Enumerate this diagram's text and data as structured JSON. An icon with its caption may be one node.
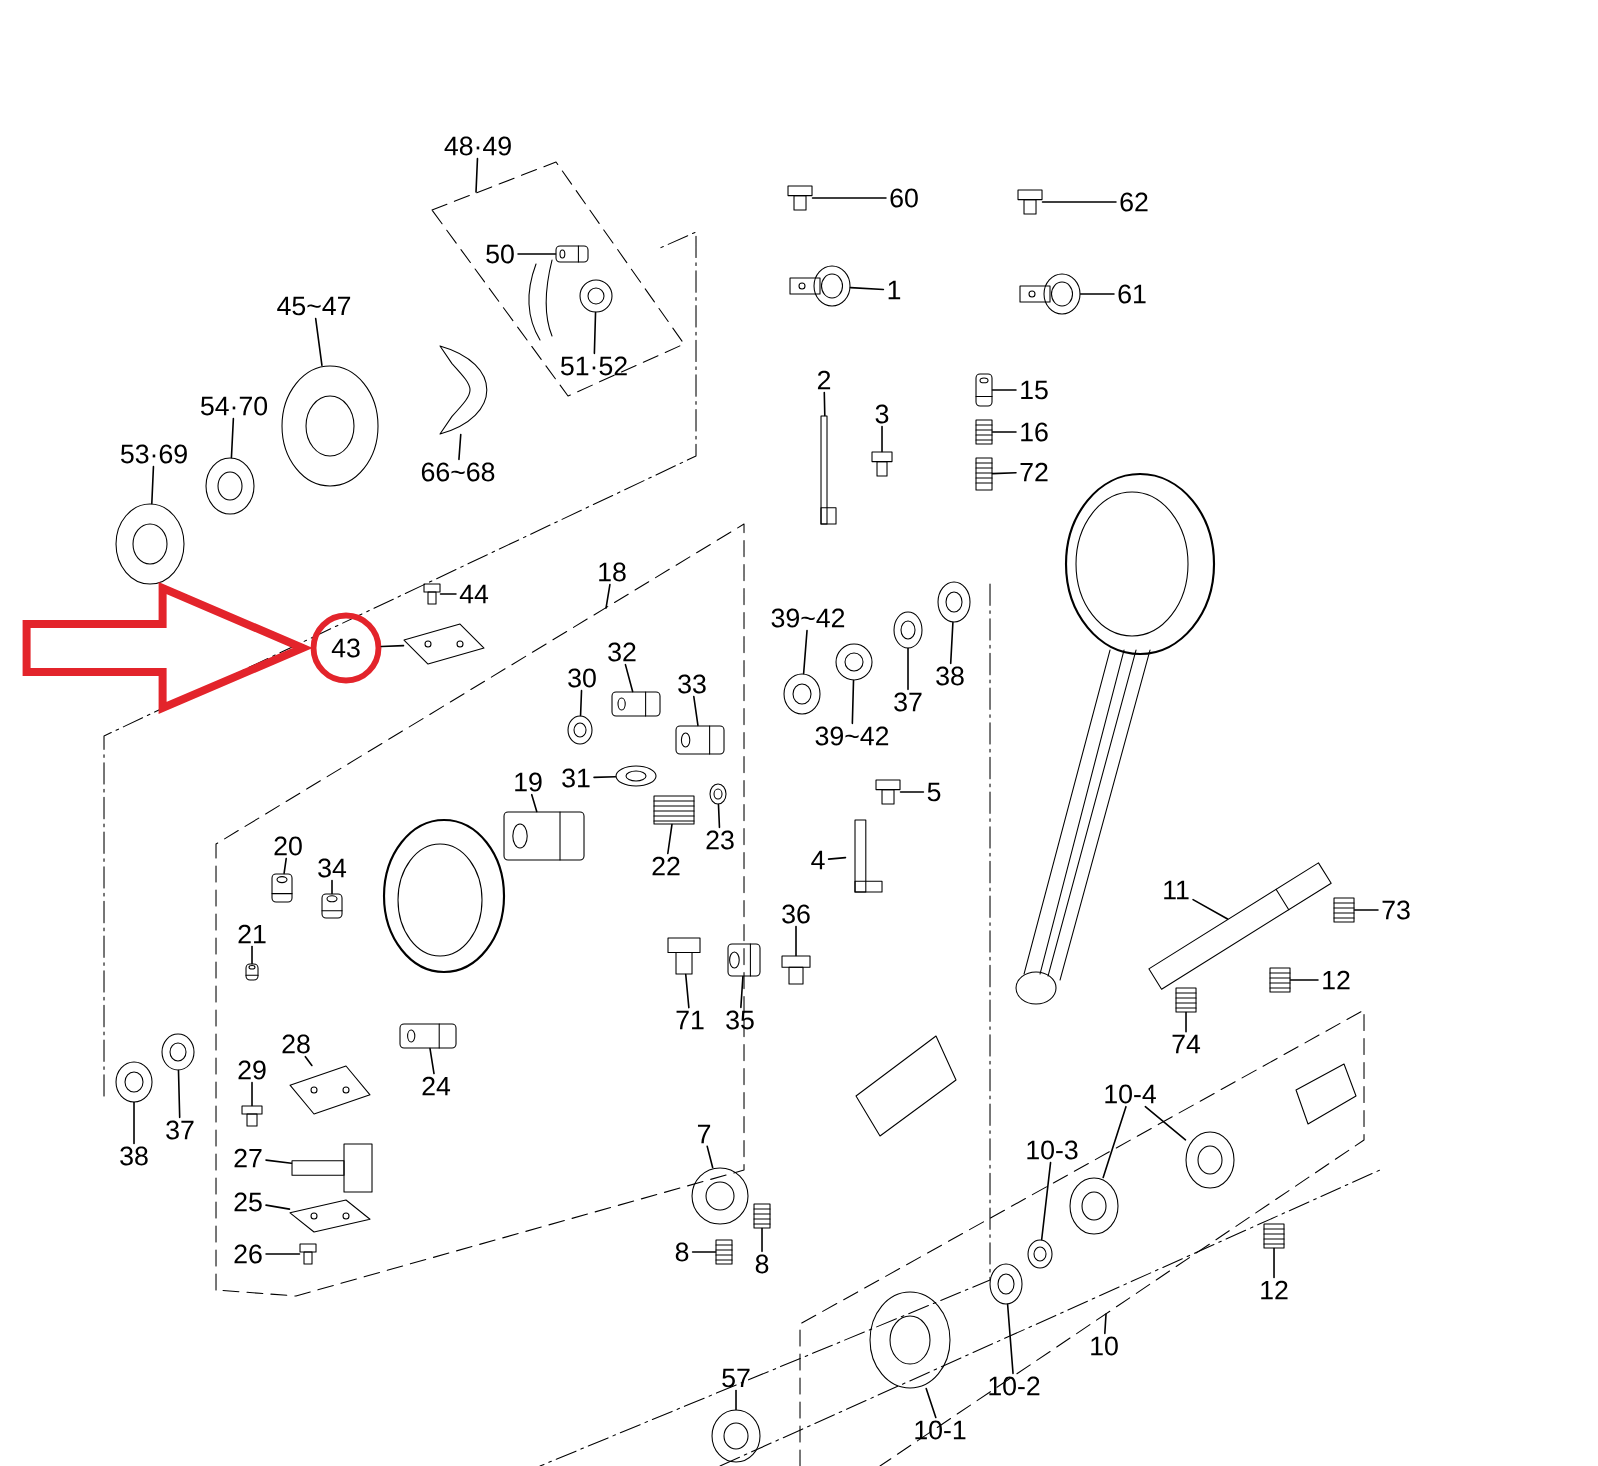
{
  "diagram": {
    "nodes": [
      {
        "text": [
          "48·49"
        ]
      },
      {
        "text": [
          "50"
        ]
      },
      {
        "text": [
          "51·52"
        ]
      },
      {
        "text": [
          "45~47"
        ]
      },
      {
        "text": [
          "54·70"
        ]
      },
      {
        "text": [
          "53·69"
        ]
      },
      {
        "text": [
          "66~68"
        ]
      },
      {
        "text": [
          "60"
        ]
      },
      {
        "text": [
          "1"
        ]
      },
      {
        "text": [
          "62"
        ]
      },
      {
        "text": [
          "61"
        ]
      },
      {
        "text": [
          "2"
        ]
      },
      {
        "text": [
          "3"
        ]
      },
      {
        "text": [
          "15"
        ]
      },
      {
        "text": [
          "16"
        ]
      },
      {
        "text": [
          "72"
        ]
      },
      {
        "text": [
          "44"
        ]
      },
      {
        "text": [
          "43"
        ]
      },
      {
        "text": [
          "18"
        ]
      },
      {
        "text": [
          "39~42"
        ]
      },
      {
        "text": [
          "39~42"
        ]
      },
      {
        "text": [
          "37"
        ]
      },
      {
        "text": [
          "38"
        ]
      },
      {
        "text": [
          "30"
        ]
      },
      {
        "text": [
          "32"
        ]
      },
      {
        "text": [
          "33"
        ]
      },
      {
        "text": [
          "31"
        ]
      },
      {
        "text": [
          "19"
        ]
      },
      {
        "text": [
          "5"
        ]
      },
      {
        "text": [
          "4"
        ]
      },
      {
        "text": [
          "20"
        ]
      },
      {
        "text": [
          "34"
        ]
      },
      {
        "text": [
          "23"
        ]
      },
      {
        "text": [
          "22"
        ]
      },
      {
        "text": [
          "21"
        ]
      },
      {
        "text": [
          "36"
        ]
      },
      {
        "text": [
          "11"
        ]
      },
      {
        "text": [
          "73"
        ]
      },
      {
        "text": [
          "12"
        ]
      },
      {
        "text": [
          "71"
        ]
      },
      {
        "text": [
          "35"
        ]
      },
      {
        "text": [
          "74"
        ]
      },
      {
        "text": [
          "29"
        ]
      },
      {
        "text": [
          "28"
        ]
      },
      {
        "text": [
          "24"
        ]
      },
      {
        "text": [
          "38"
        ]
      },
      {
        "text": [
          "37"
        ]
      },
      {
        "text": [
          "27"
        ]
      },
      {
        "text": [
          "25"
        ]
      },
      {
        "text": [
          "26"
        ]
      },
      {
        "text": [
          "7"
        ]
      },
      {
        "text": [
          "8"
        ]
      },
      {
        "text": [
          "8"
        ]
      },
      {
        "text": [
          "10-4"
        ]
      },
      {
        "text": [
          "10-3"
        ]
      },
      {
        "text": [
          "12"
        ]
      },
      {
        "text": [
          "10"
        ]
      },
      {
        "text": [
          "10-2"
        ]
      },
      {
        "text": [
          "10-1"
        ]
      },
      {
        "text": [
          "57"
        ]
      },
      {
        "text": [],
        "shape": "picture"
      },
      {
        "text": [],
        "shape": "picture"
      },
      {
        "text": [],
        "shape": "picture"
      },
      {
        "text": [],
        "shape": "picture"
      },
      {
        "text": [],
        "shape": "picture"
      },
      {
        "text": [],
        "shape": "picture"
      },
      {
        "text": [],
        "shape": "picture"
      },
      {
        "text": [],
        "shape": "picture"
      },
      {
        "text": [],
        "shape": "picture"
      },
      {
        "text": [],
        "shape": "picture"
      },
      {
        "text": [],
        "shape": "picture"
      },
      {
        "text": [],
        "shape": "picture"
      },
      {
        "text": [],
        "shape": "picture"
      },
      {
        "text": [],
        "shape": "picture"
      },
      {
        "text": [],
        "shape": "picture"
      },
      {
        "text": [],
        "shape": "picture"
      },
      {
        "text": [],
        "shape": "picture"
      },
      {
        "text": [],
        "shape": "picture"
      },
      {
        "text": [],
        "shape": "picture"
      },
      {
        "text": [],
        "shape": "picture"
      },
      {
        "text": [],
        "shape": "picture"
      },
      {
        "text": [],
        "shape": "picture"
      },
      {
        "text": [],
        "shape": "picture"
      },
      {
        "text": [],
        "shape": "picture"
      },
      {
        "text": [],
        "shape": "picture"
      },
      {
        "text": [],
        "shape": "picture"
      },
      {
        "text": [],
        "shape": "picture"
      },
      {
        "text": [],
        "shape": "picture"
      },
      {
        "text": [],
        "shape": "picture"
      },
      {
        "text": [],
        "shape": "picture"
      },
      {
        "text": [],
        "shape": "picture"
      },
      {
        "text": [],
        "shape": "picture"
      },
      {
        "text": [],
        "shape": "picture"
      },
      {
        "text": [],
        "shape": "picture"
      },
      {
        "text": [],
        "shape": "picture"
      },
      {
        "text": [],
        "shape": "picture"
      },
      {
        "text": [],
        "shape": "picture"
      },
      {
        "text": [],
        "shape": "picture"
      },
      {
        "text": [],
        "shape": "picture"
      },
      {
        "text": [],
        "shape": "picture"
      },
      {
        "text": [],
        "shape": "picture"
      },
      {
        "text": [],
        "shape": "picture"
      },
      {
        "text": [],
        "shape": "picture"
      },
      {
        "text": [],
        "shape": "picture"
      },
      {
        "text": [],
        "shape": "picture"
      },
      {
        "text": [],
        "shape": "picture"
      },
      {
        "text": [],
        "shape": "picture"
      },
      {
        "text": [],
        "shape": "picture"
      },
      {
        "text": [],
        "shape": "picture"
      },
      {
        "text": [],
        "shape": "picture"
      },
      {
        "text": [],
        "shape": "picture"
      },
      {
        "text": [],
        "shape": "picture"
      },
      {
        "text": [],
        "shape": "picture"
      },
      {
        "text": [],
        "shape": "picture"
      },
      {
        "text": [],
        "shape": "picture"
      },
      {
        "text": [],
        "shape": "picture"
      },
      {
        "text": [],
        "shape": "picture"
      },
      {
        "text": [],
        "shape": "picture"
      }
    ],
    "edges": [
      {
        "from": 0,
        "to": null,
        "arrow": "none"
      },
      {
        "from": 1,
        "to": 60,
        "arrow": "none"
      },
      {
        "from": 2,
        "to": 61,
        "arrow": "none"
      },
      {
        "from": 3,
        "to": 62,
        "arrow": "none"
      },
      {
        "from": 4,
        "to": 63,
        "arrow": "none"
      },
      {
        "from": 5,
        "to": 64,
        "arrow": "none"
      },
      {
        "from": 6,
        "to": 65,
        "arrow": "none"
      },
      {
        "from": 7,
        "to": 66,
        "arrow": "none"
      },
      {
        "from": 8,
        "to": 67,
        "arrow": "none"
      },
      {
        "from": 9,
        "to": 68,
        "arrow": "none"
      },
      {
        "from": 10,
        "to": 69,
        "arrow": "none"
      },
      {
        "from": 11,
        "to": 70,
        "arrow": "none"
      },
      {
        "from": 12,
        "to": 71,
        "arrow": "none"
      },
      {
        "from": 13,
        "to": 72,
        "arrow": "none"
      },
      {
        "from": 14,
        "to": 73,
        "arrow": "none"
      },
      {
        "from": 15,
        "to": 74,
        "arrow": "none"
      },
      {
        "from": 16,
        "to": 75,
        "arrow": "none"
      },
      {
        "from": 17,
        "to": 76,
        "arrow": "none"
      },
      {
        "from": 18,
        "to": null,
        "arrow": "none"
      },
      {
        "from": 19,
        "to": 77,
        "arrow": "none"
      },
      {
        "from": 20,
        "to": 78,
        "arrow": "none"
      },
      {
        "from": 21,
        "to": 79,
        "arrow": "none"
      },
      {
        "from": 22,
        "to": 80,
        "arrow": "none"
      },
      {
        "from": 23,
        "to": 81,
        "arrow": "none"
      },
      {
        "from": 24,
        "to": 82,
        "arrow": "none"
      },
      {
        "from": 25,
        "to": 83,
        "arrow": "none"
      },
      {
        "from": 26,
        "to": 84,
        "arrow": "none"
      },
      {
        "from": 27,
        "to": 85,
        "arrow": "none"
      },
      {
        "from": 28,
        "to": 86,
        "arrow": "none"
      },
      {
        "from": 29,
        "to": 87,
        "arrow": "none"
      },
      {
        "from": 30,
        "to": 88,
        "arrow": "none"
      },
      {
        "from": 31,
        "to": 89,
        "arrow": "none"
      },
      {
        "from": 32,
        "to": 90,
        "arrow": "none"
      },
      {
        "from": 33,
        "to": 91,
        "arrow": "none"
      },
      {
        "from": 34,
        "to": 92,
        "arrow": "none"
      },
      {
        "from": 35,
        "to": 93,
        "arrow": "none"
      },
      {
        "from": 36,
        "to": 94,
        "arrow": "none"
      },
      {
        "from": 37,
        "to": 95,
        "arrow": "none"
      },
      {
        "from": 38,
        "to": 96,
        "arrow": "none"
      },
      {
        "from": 39,
        "to": 97,
        "arrow": "none"
      },
      {
        "from": 40,
        "to": 98,
        "arrow": "none"
      },
      {
        "from": 41,
        "to": 99,
        "arrow": "none"
      },
      {
        "from": 42,
        "to": 100,
        "arrow": "none"
      },
      {
        "from": 43,
        "to": 101,
        "arrow": "none"
      },
      {
        "from": 44,
        "to": 102,
        "arrow": "none"
      },
      {
        "from": 45,
        "to": 103,
        "arrow": "none"
      },
      {
        "from": 46,
        "to": 104,
        "arrow": "none"
      },
      {
        "from": 47,
        "to": 105,
        "arrow": "none"
      },
      {
        "from": 48,
        "to": 106,
        "arrow": "none"
      },
      {
        "from": 49,
        "to": 107,
        "arrow": "none"
      },
      {
        "from": 50,
        "to": 108,
        "arrow": "none"
      },
      {
        "from": 51,
        "to": 109,
        "arrow": "none"
      },
      {
        "from": 52,
        "to": 110,
        "arrow": "none"
      },
      {
        "from": 53,
        "to": 111,
        "arrow": "none"
      },
      {
        "from": 53,
        "to": 112,
        "arrow": "none"
      },
      {
        "from": 54,
        "to": 113,
        "arrow": "none"
      },
      {
        "from": 55,
        "to": 114,
        "arrow": "none"
      },
      {
        "from": 56,
        "to": null,
        "arrow": "none"
      },
      {
        "from": 57,
        "to": 115,
        "arrow": "none"
      },
      {
        "from": 58,
        "to": 116,
        "arrow": "none"
      },
      {
        "from": 59,
        "to": 117,
        "arrow": "none"
      },
      {
        "from": null,
        "to": 17,
        "arrow": "to",
        "style": "thick",
        "color": "#e3242b"
      }
    ]
  }
}
